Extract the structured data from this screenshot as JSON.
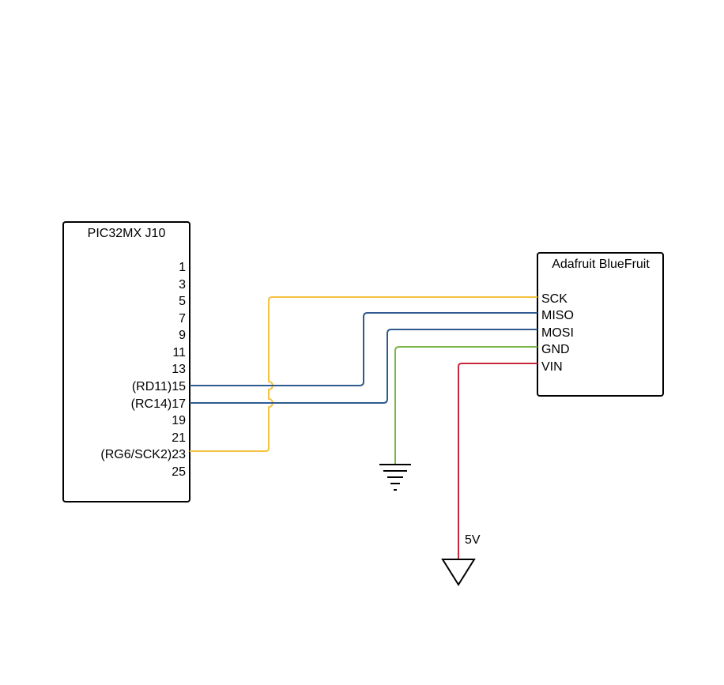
{
  "colors": {
    "sck_wire": "#f5c242",
    "blue_wire": "#2f5a8f",
    "gnd_wire": "#7ab648",
    "vin_wire": "#c8283c",
    "outline": "#000000"
  },
  "pic": {
    "title": "PIC32MX J10",
    "pins": [
      {
        "label": "1"
      },
      {
        "label": "3"
      },
      {
        "label": "5"
      },
      {
        "label": "7"
      },
      {
        "label": "9"
      },
      {
        "label": "11"
      },
      {
        "label": "13"
      },
      {
        "label": "(RD11)15"
      },
      {
        "label": "(RC14)17"
      },
      {
        "label": "19"
      },
      {
        "label": "21"
      },
      {
        "label": "(RG6/SCK2)23"
      },
      {
        "label": "25"
      }
    ]
  },
  "bluefruit": {
    "title": "Adafruit BlueFruit",
    "pins": [
      {
        "label": "SCK"
      },
      {
        "label": "MISO"
      },
      {
        "label": "MOSI"
      },
      {
        "label": "GND"
      },
      {
        "label": "VIN"
      }
    ]
  },
  "supply": {
    "label": "5V",
    "symbol": "power-supply-triangle",
    "ground_symbol": "ground-symbol"
  }
}
